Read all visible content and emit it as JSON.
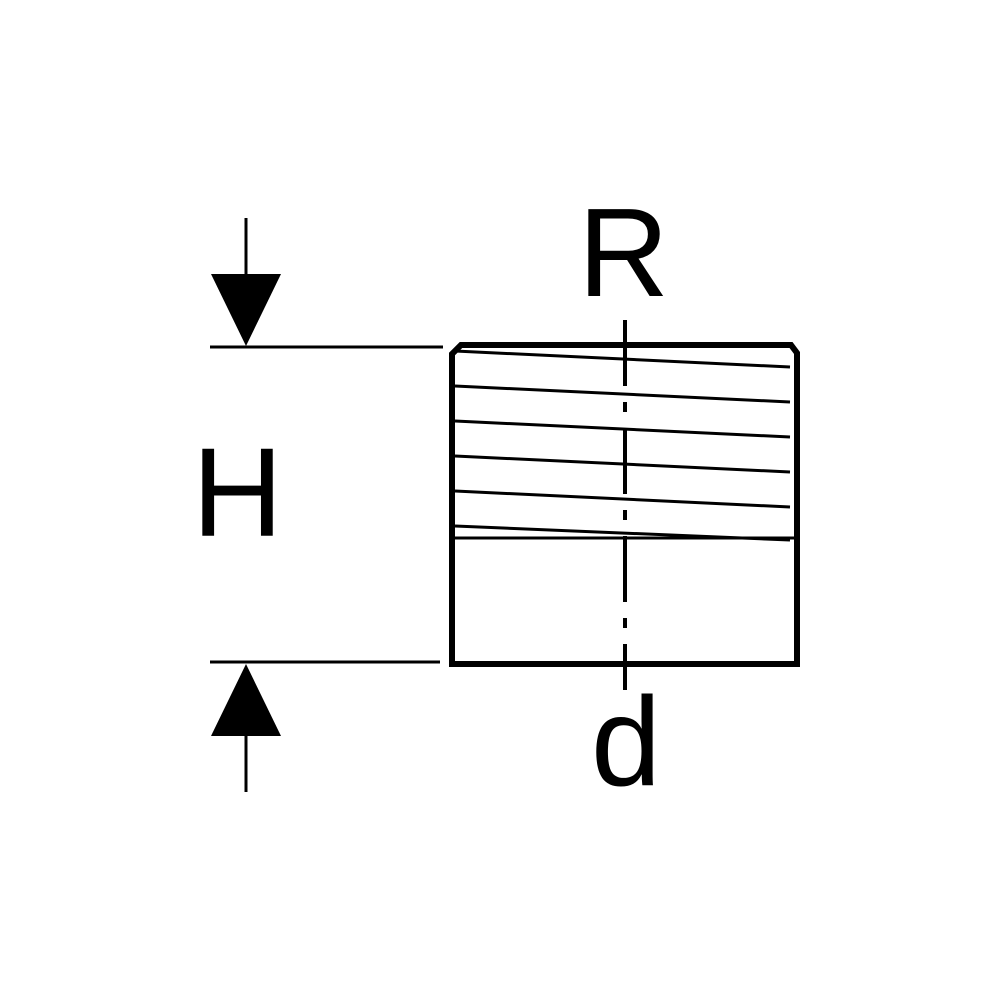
{
  "diagram": {
    "labels": {
      "thread": "R",
      "height": "H",
      "diameter": "d"
    },
    "colors": {
      "line": "#000000",
      "background": "#ffffff"
    }
  }
}
